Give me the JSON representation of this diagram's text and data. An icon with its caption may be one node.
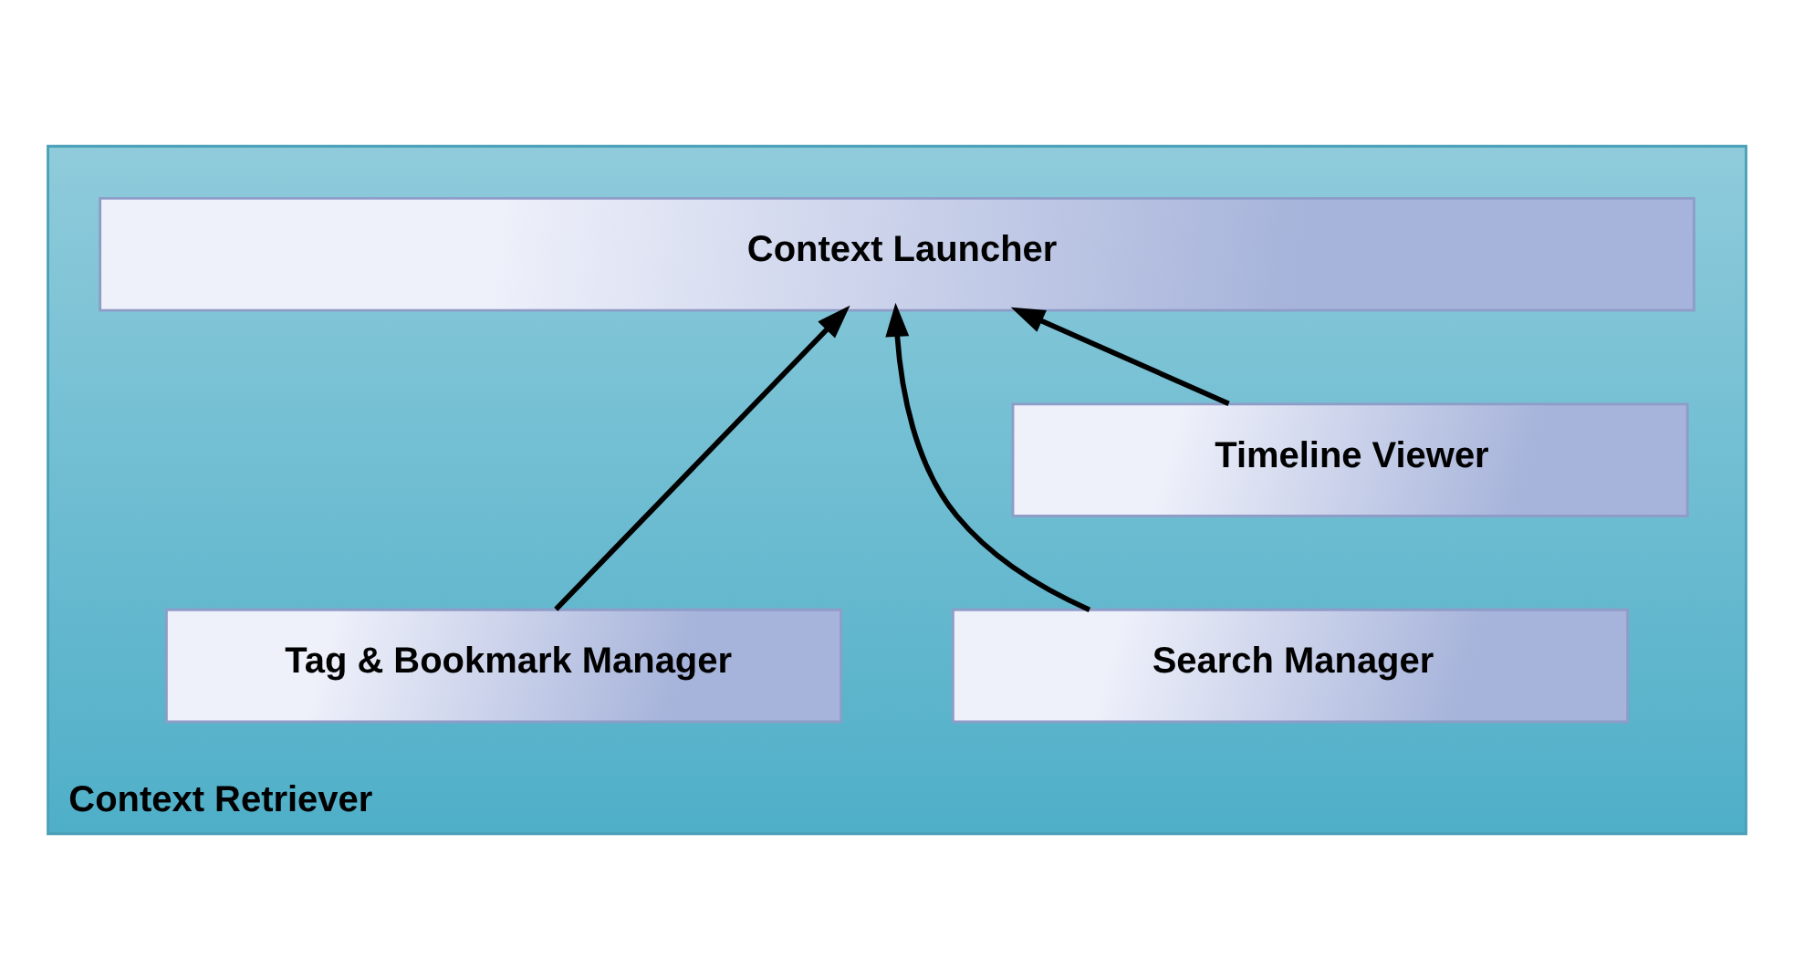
{
  "diagram": {
    "nodes": [
      {
        "text": [
          "Context Retriever"
        ]
      },
      {
        "text": [
          "Context Launcher"
        ],
        "in": 0
      },
      {
        "text": [
          "Timeline Viewer"
        ],
        "in": 0
      },
      {
        "text": [
          "Search Manager"
        ],
        "in": 0
      },
      {
        "text": [
          "Tag & Bookmark Manager"
        ],
        "in": 0
      }
    ],
    "edges": [
      {
        "from": 3,
        "to": 1,
        "arrow": "to"
      },
      {
        "from": 2,
        "to": 1,
        "arrow": "to"
      },
      {
        "from": 4,
        "to": 1,
        "arrow": "to"
      }
    ]
  }
}
